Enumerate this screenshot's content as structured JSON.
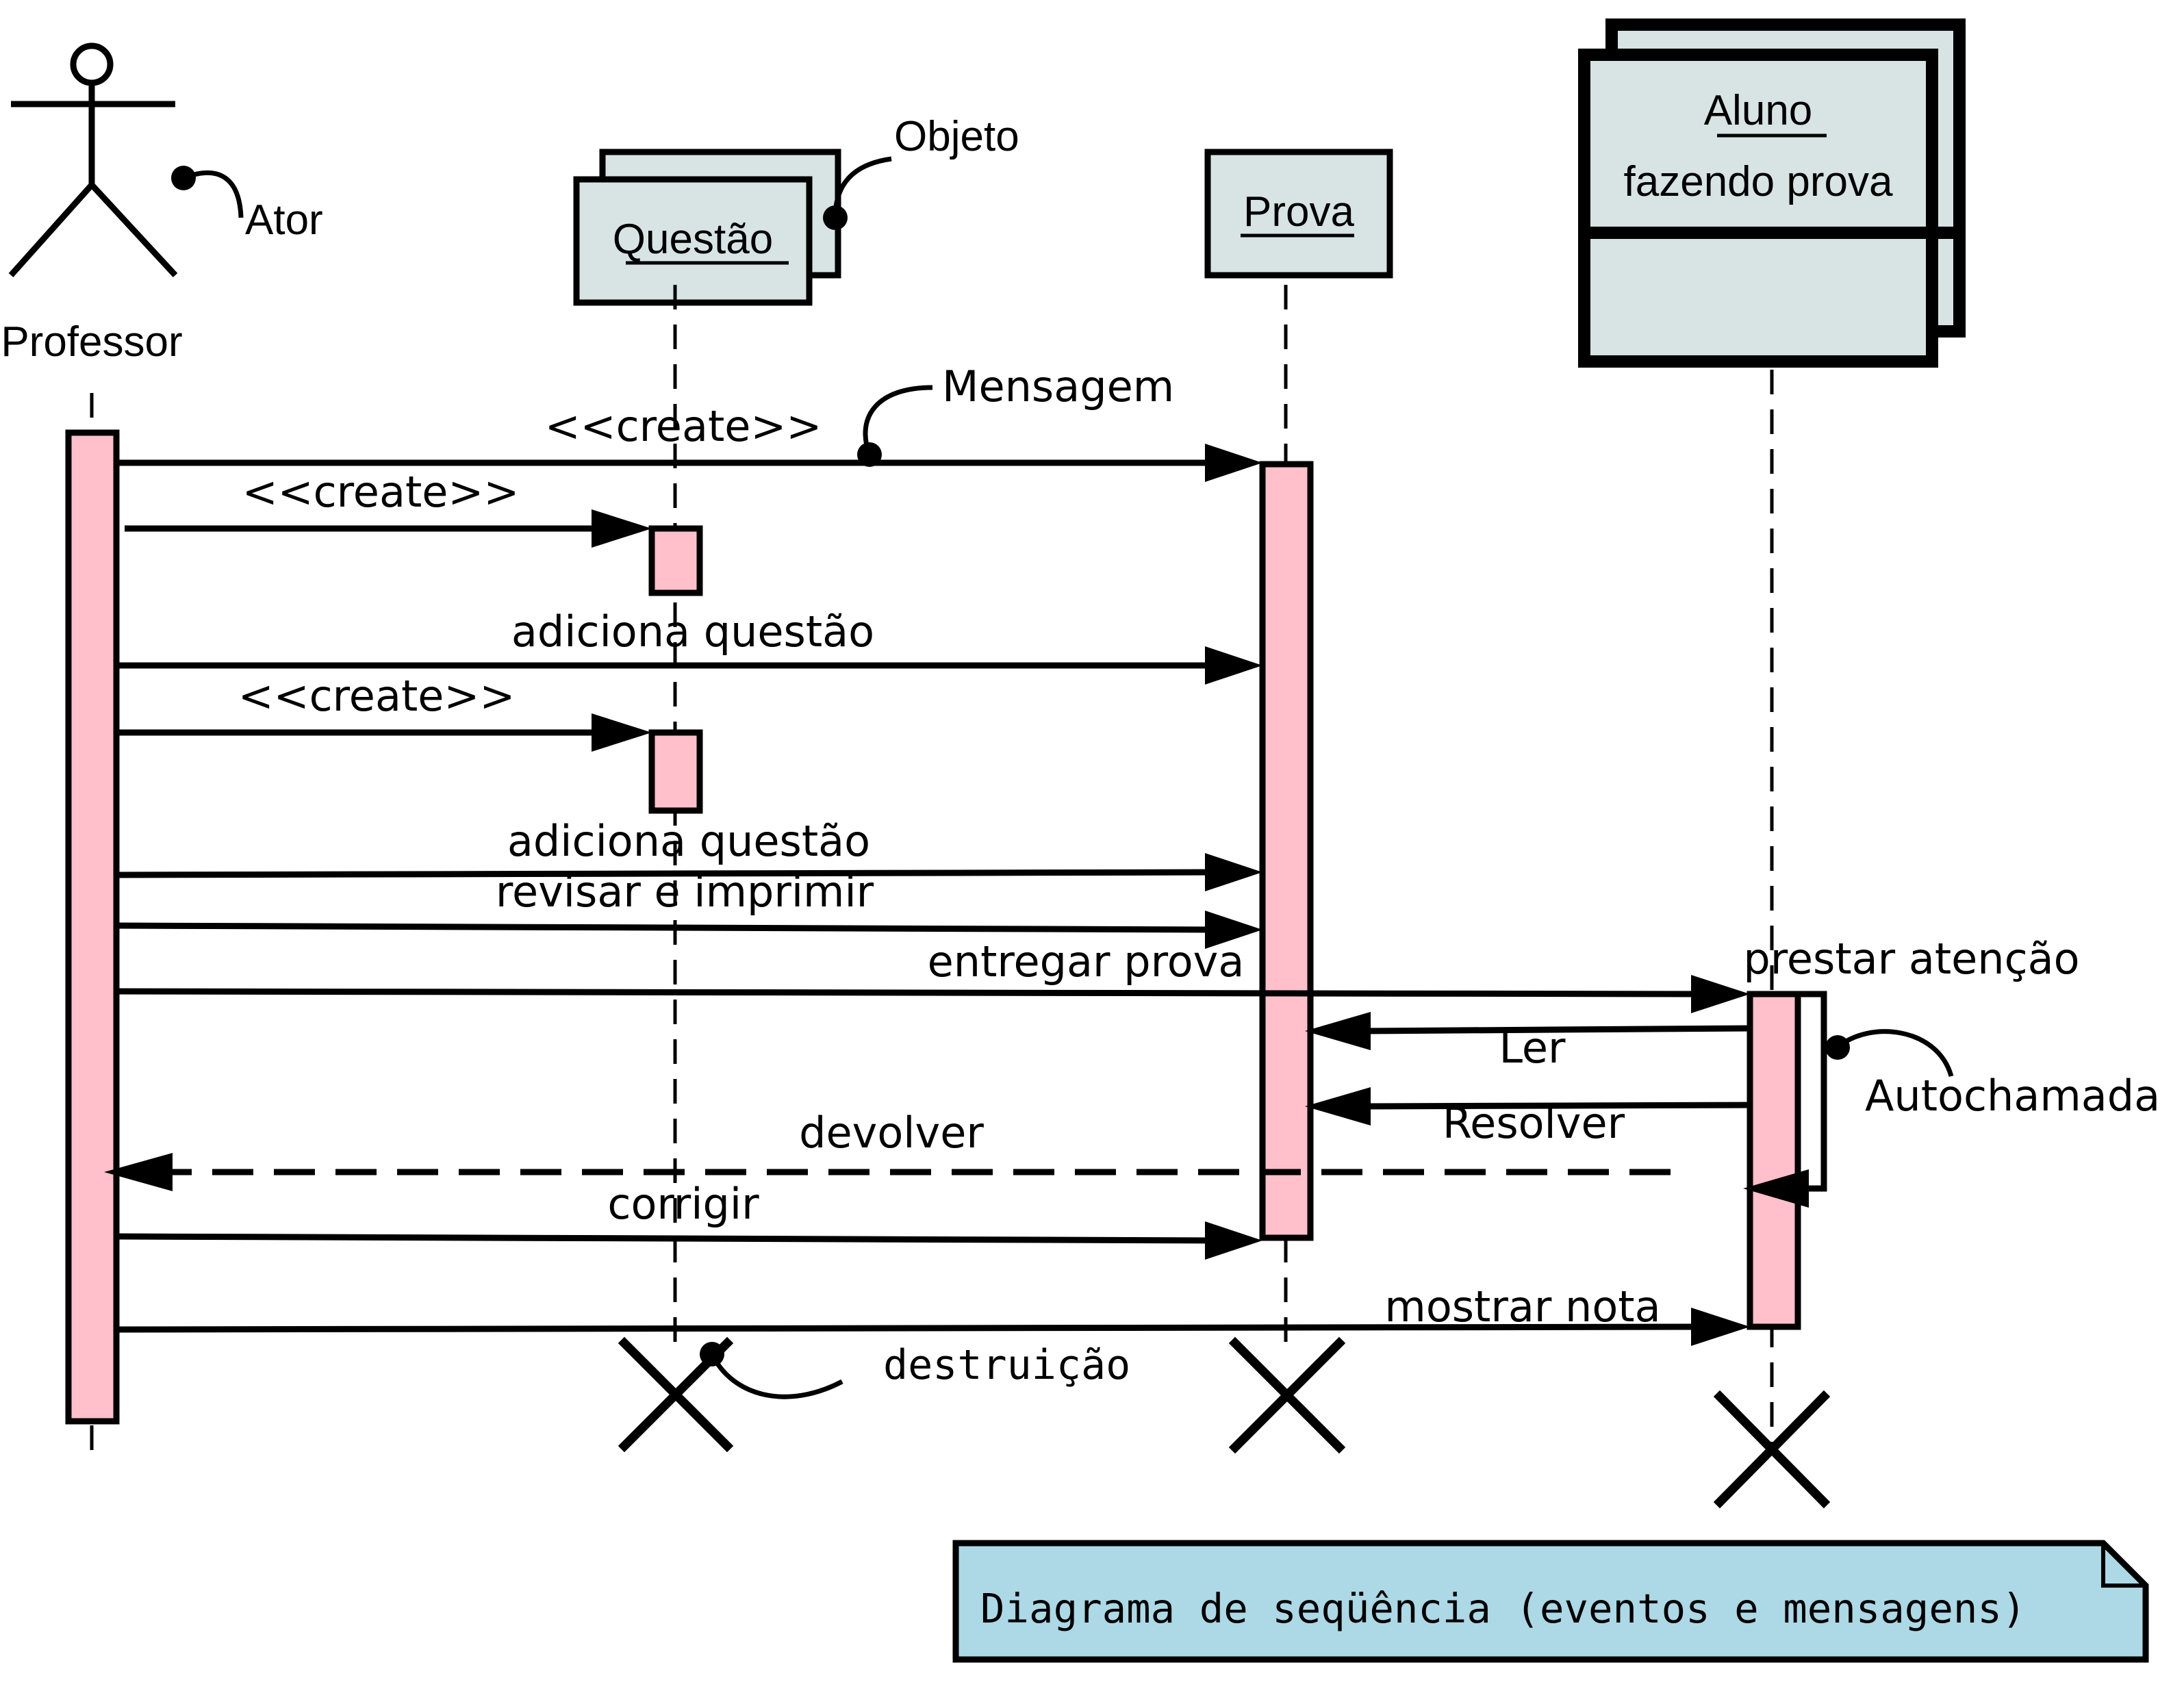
{
  "actor": {
    "name": "Professor",
    "annotation": "Ator"
  },
  "objects": {
    "questao": {
      "name": "Questão",
      "annotation": "Objeto"
    },
    "prova": {
      "name": "Prova"
    },
    "aluno": {
      "name": "Aluno",
      "state": "fazendo prova"
    }
  },
  "messages": {
    "create_prova": "<<create>>",
    "create_questao_1": "<<create>>",
    "adiciona_questao_1": "adiciona questão",
    "create_questao_2": "<<create>>",
    "adiciona_questao_2": "adiciona questão",
    "revisar": "revisar e imprimir",
    "entregar": "entregar prova",
    "prestar": "prestar atenção",
    "ler": "Ler",
    "resolver": "Resolver",
    "devolver": "devolver",
    "corrigir": "corrigir",
    "mostrar": "mostrar nota"
  },
  "annotations": {
    "mensagem": "Mensagem",
    "autochamada": "Autochamada",
    "destruicao": "destruição"
  },
  "note": {
    "text": "Diagrama de seqüência (eventos e mensagens)",
    "color": "#add8e6"
  },
  "colors": {
    "activation": "#ffc0cb",
    "object_fill": "#d8e4e4",
    "note_fill": "#add8e6"
  }
}
